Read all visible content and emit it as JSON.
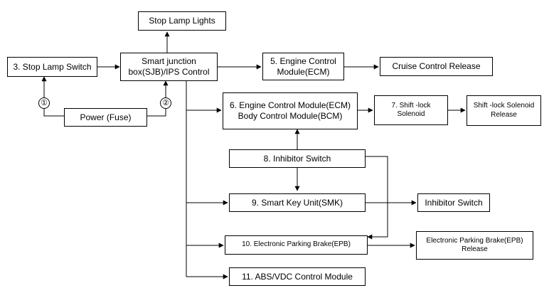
{
  "nodes": {
    "stop_lamp_lights": "Stop Lamp Lights",
    "stop_lamp_switch": "3. Stop Lamp Switch",
    "sjb_line1": "Smart junction",
    "sjb_line2": "box(SJB)/IPS Control",
    "ecm5_line1": "5. Engine Control",
    "ecm5_line2": "Module(ECM)",
    "cruise_release": "Cruise Control Release",
    "power_fuse": "Power (Fuse)",
    "ecm_bcm_line1": "6. Engine Control Module(ECM)",
    "ecm_bcm_line2": "Body Control Module(BCM)",
    "shiftlock_line1": "7. Shift -lock",
    "shiftlock_line2": "Solenoid",
    "shiftlock_release_line1": "Shift -lock Solenoid",
    "shiftlock_release_line2": "Release",
    "inhibitor8": "8. Inhibitor Switch",
    "smk9": "9. Smart Key Unit(SMK)",
    "inhibitor_out": "Inhibitor Switch",
    "epb10": "10. Electronic Parking Brake(EPB)",
    "epb_release_line1": "Electronic Parking Brake(EPB)",
    "epb_release_line2": "Release",
    "abs11": "11. ABS/VDC Control Module"
  },
  "markers": {
    "one": "①",
    "two": "②"
  }
}
